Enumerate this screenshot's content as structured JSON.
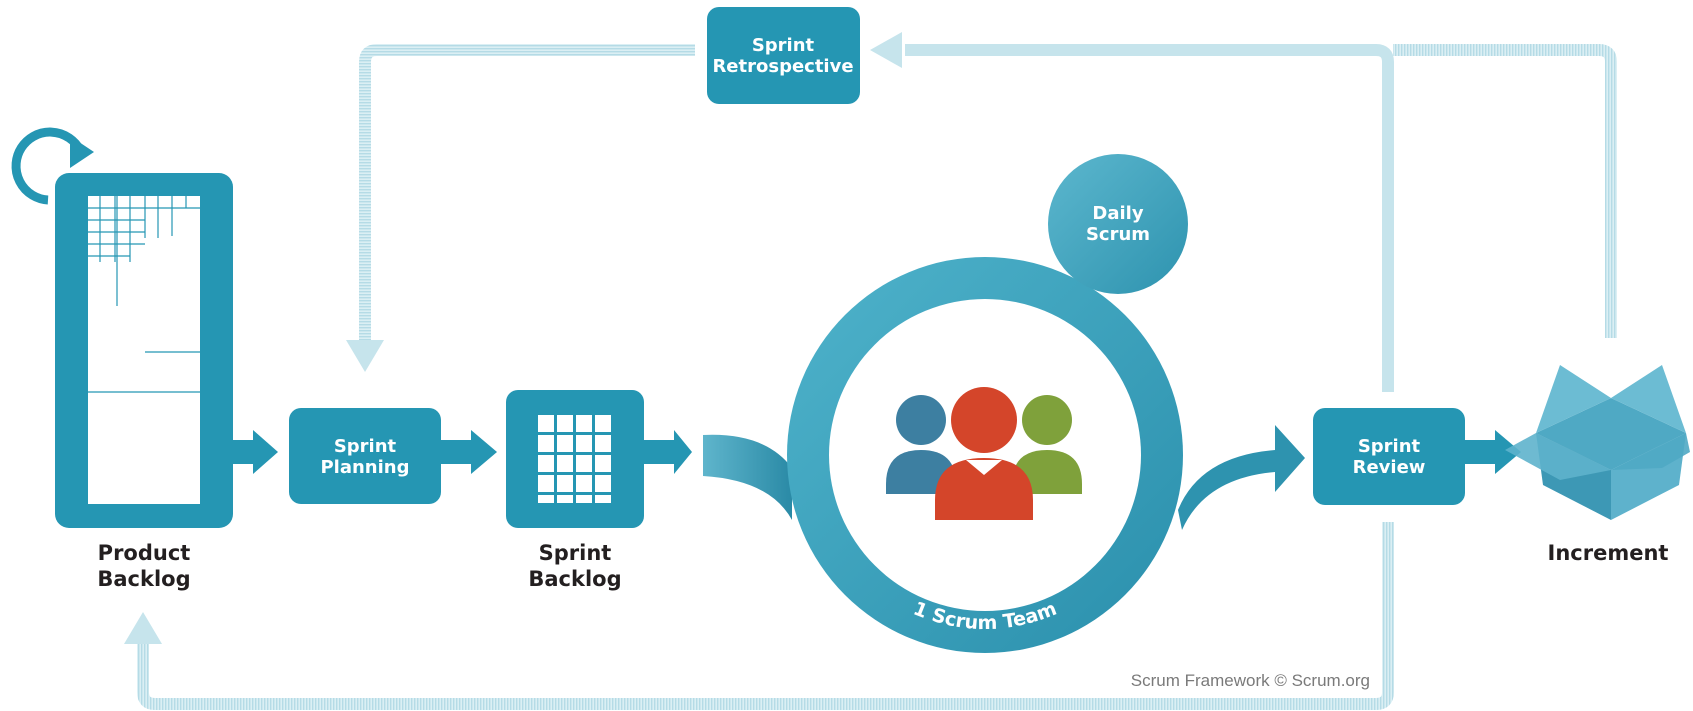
{
  "colors": {
    "primary": "#2596b3",
    "primary_dark": "#1a7f99",
    "light_track": "#c6e4ec",
    "ring": "#3aa3be",
    "person_blue": "#3d7fa1",
    "person_red": "#d4452a",
    "person_green": "#7fa13b",
    "increment_box": "#5eb2cc"
  },
  "nodes": {
    "sprint_retrospective": {
      "line1": "Sprint",
      "line2": "Retrospective"
    },
    "sprint_planning": {
      "line1": "Sprint",
      "line2": "Planning"
    },
    "sprint_review": {
      "line1": "Sprint",
      "line2": "Review"
    },
    "daily_scrum": {
      "line1": "Daily",
      "line2": "Scrum"
    }
  },
  "labels": {
    "product_backlog": {
      "line1": "Product",
      "line2": "Backlog"
    },
    "sprint_backlog": {
      "line1": "Sprint",
      "line2": "Backlog"
    },
    "increment": "Increment",
    "team": "1 Scrum Team"
  },
  "credit": "Scrum Framework © Scrum.org",
  "icons": {
    "refresh": "circular-arrow-icon",
    "team": "people-group-icon",
    "increment": "open-box-icon"
  }
}
